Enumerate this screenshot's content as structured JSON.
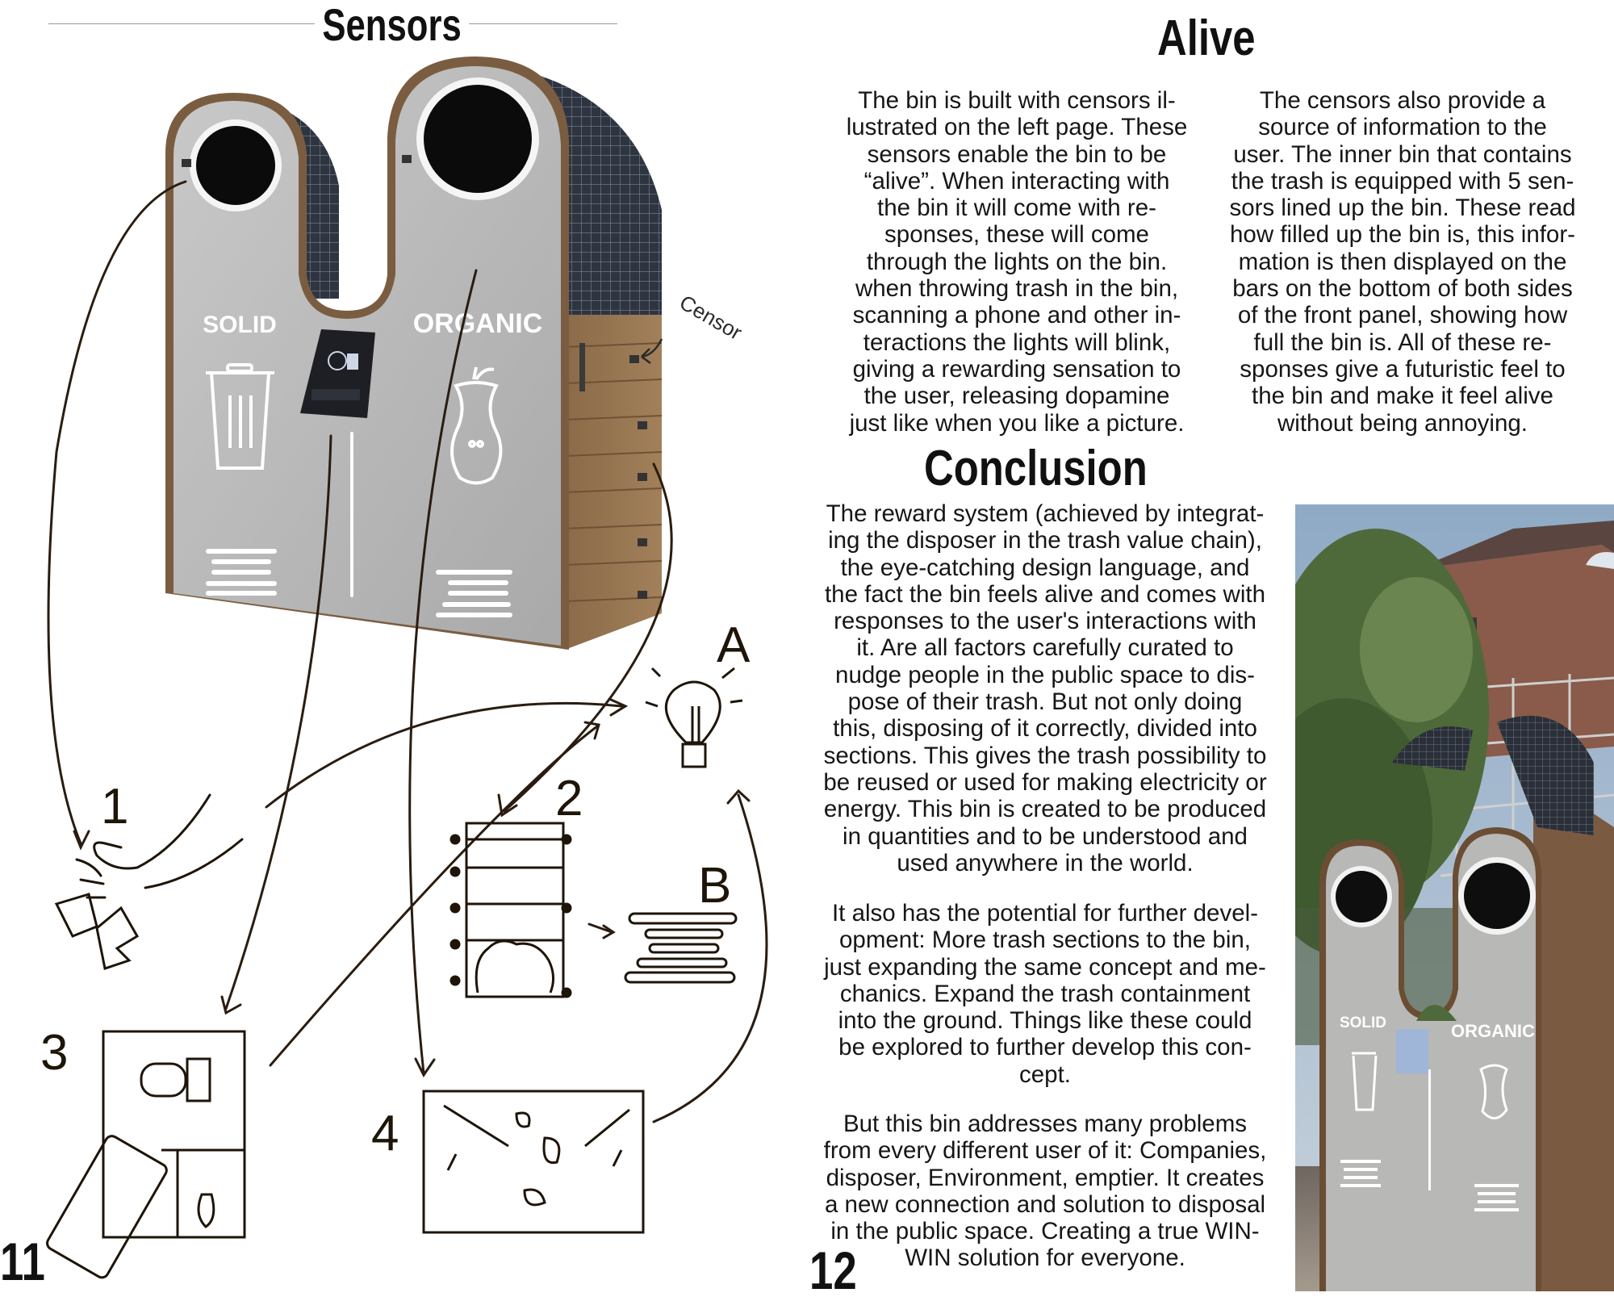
{
  "left_page": {
    "title": "Sensors",
    "page_number": "11",
    "bin_labels": {
      "solid": "SOLID",
      "organic": "ORGANIC"
    },
    "annotation": "Censor",
    "sketch_labels": [
      "1",
      "2",
      "3",
      "4",
      "A",
      "B"
    ],
    "icons": [
      "trash-can-icon",
      "apple-core-icon",
      "light-bulb-icon",
      "phone-scan-icon"
    ]
  },
  "right_page": {
    "page_number": "12",
    "alive": {
      "title": "Alive",
      "col1": [
        "The bin is built with censors il-",
        "lustrated on the left page. These",
        "sensors enable the bin to be",
        "“alive”. When interacting with",
        "the bin it will come with re-",
        "sponses, these will come",
        "through the lights on the bin.",
        "when throwing trash in the bin,",
        "scanning a phone and other in-",
        "teractions the lights will blink,",
        "giving a rewarding sensation to",
        "the user, releasing dopamine",
        "just like when you like a picture."
      ],
      "col2": [
        "The censors also provide a",
        "source of information to the",
        "user. The inner bin that contains",
        "the trash is equipped with 5 sen-",
        "sors lined up the bin. These read",
        "how filled up the bin is, this infor-",
        "mation is then displayed on the",
        "bars on the bottom of both sides",
        "of the front panel, showing how",
        "full the bin is. All of these re-",
        "sponses give a futuristic feel to",
        "the bin and make it feel alive",
        "without being annoying."
      ]
    },
    "conclusion": {
      "title": "Conclusion",
      "p1": [
        "The reward system (achieved by integrat-",
        "ing the disposer in the trash value chain),",
        "the eye-catching design language, and",
        "the fact the bin feels alive and comes with",
        "responses to the user's interactions with",
        "it. Are all factors carefully curated to",
        "nudge people in the public space to dis-",
        "pose of their trash. But not only doing",
        "this, disposing of it correctly, divided into",
        "sections. This gives the trash possibility to",
        "be reused or used for making electricity or",
        "energy. This bin is created to be produced",
        "in quantities and to be understood and",
        "used anywhere in the world."
      ],
      "p2": [
        "It also has the potential for further devel-",
        "opment: More trash sections to the bin,",
        "just expanding the same concept and me-",
        "chanics. Expand the trash containment",
        "into the ground. Things like these could",
        "be explored to further develop this con-",
        "cept."
      ],
      "p3": [
        "But this bin addresses many problems",
        "from every different user of it: Companies,",
        "disposer, Environment, emptier. It creates",
        "a new connection and solution to disposal",
        "in the public space. Creating a true WIN-",
        "WIN solution for everyone."
      ]
    },
    "photo_labels": {
      "solid": "SOLID",
      "organic": "ORGANIC"
    }
  }
}
